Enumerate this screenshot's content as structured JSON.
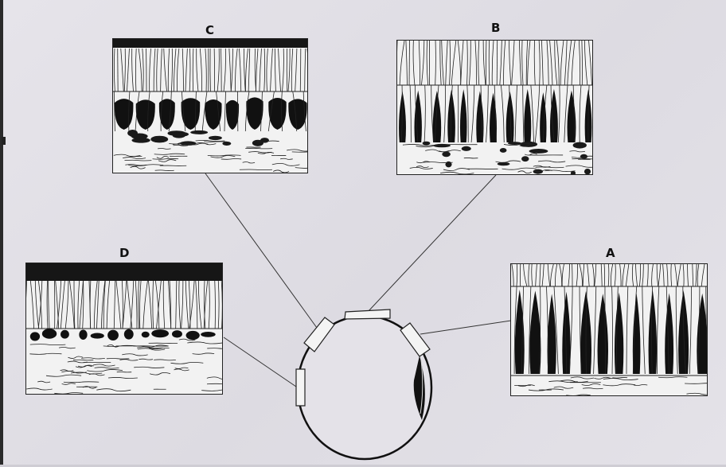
{
  "figure": {
    "panels": [
      {
        "id": "C",
        "label": "C"
      },
      {
        "id": "B",
        "label": "B"
      },
      {
        "id": "D",
        "label": "D"
      },
      {
        "id": "A",
        "label": "A"
      }
    ]
  },
  "colors": {
    "ink": "#111111",
    "background": "#e3e1e7",
    "tissue": "#f2f2f2"
  }
}
